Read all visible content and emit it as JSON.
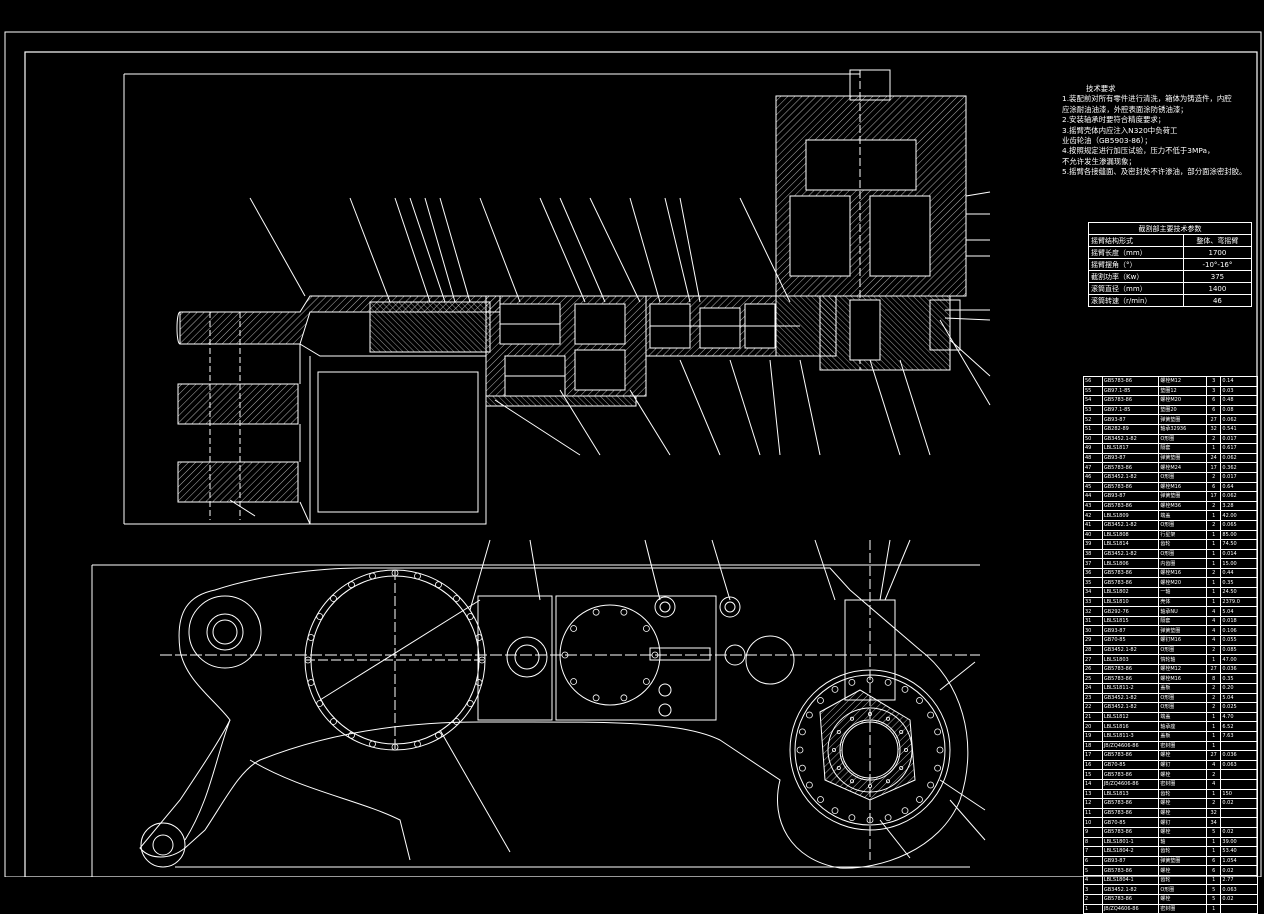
{
  "technical_requirements": {
    "title": "技术要求",
    "lines": [
      "1.装配前对所有零件进行清洗，箱体为铸造件，内腔",
      "应涂耐油油漆，外腔表面涂防锈油漆；",
      "2.安装轴承时要符合精度要求；",
      "3.摇臂壳体内应注入N320中负荷工",
      "业齿轮油（GB5903-86）；",
      "4.按照规定进行加压试验，压力不低于3MPa，",
      "不允许发生渗漏现象；",
      "5.摇臂各接缝面、及密封处不许渗油，部分面涂密封胶。"
    ]
  },
  "spec_table": {
    "title": "截割部主要技术参数",
    "rows": [
      {
        "label": "摇臂结构形式",
        "value": "整体、弯摇臂"
      },
      {
        "label": "摇臂长度（mm）",
        "value": "1700"
      },
      {
        "label": "摇臂摆角（°）",
        "value": "-10°-16°"
      },
      {
        "label": "截割功率（Kw）",
        "value": "375"
      },
      {
        "label": "滚筒直径（mm）",
        "value": "1400"
      },
      {
        "label": "滚筒转速（r/min）",
        "value": "46"
      }
    ]
  },
  "bom_rows": [
    [
      "56",
      "GB5783-86",
      "螺栓M12",
      "3",
      "0.14"
    ],
    [
      "55",
      "GB97.1-85",
      "垫圈12",
      "3",
      "0.03"
    ],
    [
      "54",
      "GB5783-86",
      "螺栓M20",
      "6",
      "0.48"
    ],
    [
      "53",
      "GB97.1-85",
      "垫圈20",
      "6",
      "0.08"
    ],
    [
      "52",
      "GB93-87",
      "弹簧垫圈",
      "27",
      "0.062"
    ],
    [
      "51",
      "GB282-89",
      "轴承32936",
      "32",
      "0.541"
    ],
    [
      "50",
      "GB3452.1-82",
      "O形圈",
      "2",
      "0.017"
    ],
    [
      "49",
      "LBLS1817",
      "隔套",
      "1",
      "0.617"
    ],
    [
      "48",
      "GB93-87",
      "弹簧垫圈",
      "24",
      "0.062"
    ],
    [
      "47",
      "GB5783-86",
      "螺栓M24",
      "17",
      "0.362"
    ],
    [
      "46",
      "GB3452.1-82",
      "O形圈",
      "2",
      "0.017"
    ],
    [
      "45",
      "GB5783-86",
      "螺栓M16",
      "6",
      "0.64"
    ],
    [
      "44",
      "GB93-87",
      "弹簧垫圈",
      "17",
      "0.062"
    ],
    [
      "43",
      "GB5783-86",
      "螺栓M36",
      "2",
      "3.28"
    ],
    [
      "42",
      "LBLS1809",
      "端盖",
      "1",
      "42.00"
    ],
    [
      "41",
      "GB3452.1-82",
      "O形圈",
      "2",
      "0.065"
    ],
    [
      "40",
      "LBLS1808",
      "行星架",
      "1",
      "85.00"
    ],
    [
      "39",
      "LBLS1814",
      "齿轮",
      "1",
      "74.50"
    ],
    [
      "38",
      "GB3452.1-82",
      "O形圈",
      "1",
      "0.014"
    ],
    [
      "37",
      "LBLS1806",
      "内齿圈",
      "1",
      "15.00"
    ],
    [
      "36",
      "GB5783-86",
      "螺栓M16",
      "2",
      "0.44"
    ],
    [
      "35",
      "GB5783-86",
      "螺栓M20",
      "1",
      "0.35"
    ],
    [
      "34",
      "LBLS1802",
      "一轴",
      "1",
      "24.50"
    ],
    [
      "33",
      "LBLS1810",
      "壳体",
      "1",
      "2379.0"
    ],
    [
      "32",
      "GB292-76",
      "轴承NU",
      "4",
      "5.04"
    ],
    [
      "31",
      "LBLS1815",
      "隔套",
      "4",
      "0.018"
    ],
    [
      "30",
      "GB93-87",
      "弹簧垫圈",
      "4",
      "0.106"
    ],
    [
      "29",
      "GB70-85",
      "螺钉M16",
      "4",
      "0.055"
    ],
    [
      "28",
      "GB3452.1-82",
      "O形圈",
      "2",
      "0.085"
    ],
    [
      "27",
      "LBLS1803",
      "惰轮轴",
      "1",
      "47.00"
    ],
    [
      "26",
      "GB5783-86",
      "螺栓M12",
      "27",
      "0.036"
    ],
    [
      "25",
      "GB5783-86",
      "螺栓M16",
      "8",
      "0.35"
    ],
    [
      "24",
      "LBLS1811-2",
      "盖板",
      "2",
      "0.20"
    ],
    [
      "23",
      "GB3452.1-82",
      "O形圈",
      "2",
      "5.04"
    ],
    [
      "22",
      "GB3452.1-82",
      "O形圈",
      "2",
      "0.025"
    ],
    [
      "21",
      "LBLS1812",
      "端盖",
      "1",
      "4.70"
    ],
    [
      "20",
      "LBLS1816",
      "轴承座",
      "1",
      "6.52"
    ],
    [
      "19",
      "LBLS1811-3",
      "盖板",
      "1",
      "7.63"
    ],
    [
      "18",
      "JB/ZQ4606-86",
      "密封圈",
      "1",
      ""
    ],
    [
      "17",
      "GB5783-86",
      "螺栓",
      "27",
      "0.036"
    ],
    [
      "16",
      "GB70-85",
      "螺钉",
      "4",
      "0.063"
    ],
    [
      "15",
      "GB5783-86",
      "螺栓",
      "2",
      ""
    ],
    [
      "14",
      "JB/ZQ4606-86",
      "密封圈",
      "4",
      ""
    ],
    [
      "13",
      "LBLS1813",
      "齿轮",
      "1",
      "150"
    ],
    [
      "12",
      "GB5783-86",
      "螺栓",
      "2",
      "0.02"
    ],
    [
      "11",
      "GB5783-86",
      "螺栓",
      "32",
      ""
    ],
    [
      "10",
      "GB70-85",
      "螺钉",
      "34",
      ""
    ],
    [
      "9",
      "GB5783-86",
      "螺栓",
      "5",
      "0.02"
    ],
    [
      "8",
      "LBLS1801-1",
      "轴",
      "1",
      "39.00"
    ],
    [
      "7",
      "LBLS1804-2",
      "齿轮",
      "1",
      "53.40"
    ],
    [
      "6",
      "GB93-87",
      "弹簧垫圈",
      "6",
      "1.054"
    ],
    [
      "5",
      "GB5783-86",
      "螺栓",
      "6",
      "0.02"
    ],
    [
      "4",
      "LBLS1804-1",
      "齿轮",
      "1",
      "2.77"
    ],
    [
      "3",
      "GB3452.1-82",
      "O形圈",
      "5",
      "0.063"
    ],
    [
      "2",
      "GB5783-86",
      "螺栓",
      "5",
      "0.02"
    ],
    [
      "1",
      "JB/ZQ4606-86",
      "密封圈",
      "1",
      ""
    ]
  ],
  "colors": {
    "background": "#000000",
    "line": "#ffffff"
  }
}
